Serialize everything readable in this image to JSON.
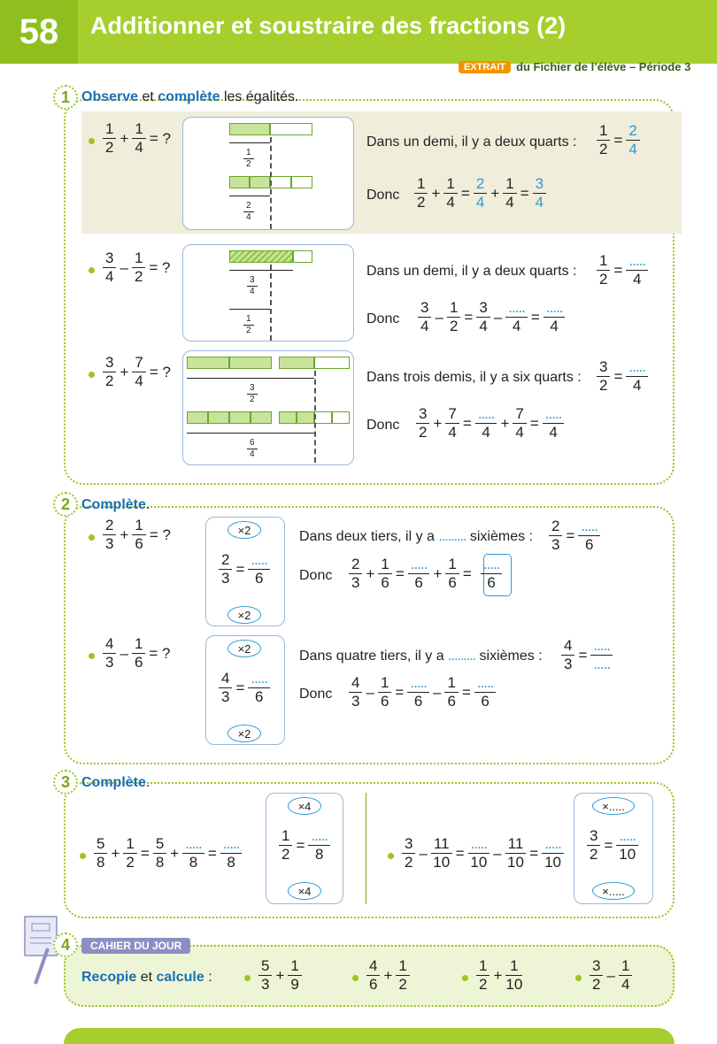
{
  "header": {
    "lesson_number": "58",
    "title": "Additionner et soustraire des fractions (2)",
    "extract_tag": "EXTRAIT",
    "extract_text": "du Fichier de l’élève – Période 3"
  },
  "colors": {
    "accent_green": "#a6cf2e",
    "accent_blue": "#1a6fb3",
    "extract_orange": "#f29400",
    "cahier_purple": "#8d8fc4"
  },
  "ex1": {
    "number": "1",
    "label_a": "Observe",
    "label_b": " et ",
    "label_c": "complète",
    "label_d": " les égalités.",
    "a": {
      "q": {
        "n1": "1",
        "d1": "2",
        "op": "+",
        "n2": "1",
        "d2": "4",
        "eq": "= ?"
      },
      "bar_labels": [
        {
          "n": "1",
          "d": "2"
        },
        {
          "n": "2",
          "d": "4"
        }
      ],
      "sentence": "Dans un demi, il y a deux quarts :",
      "conv": {
        "n": "1",
        "d": "2",
        "rn": "2",
        "rd": "4"
      },
      "donc": "Donc",
      "eq": {
        "a_n": "1",
        "a_d": "2",
        "b_n": "1",
        "b_d": "4",
        "c_n": "2",
        "c_d": "4",
        "d_n": "1",
        "d_d": "4",
        "e_n": "3",
        "e_d": "4"
      }
    },
    "b": {
      "q": {
        "n1": "3",
        "d1": "4",
        "op": "–",
        "n2": "1",
        "d2": "2",
        "eq": "= ?"
      },
      "bar_labels": [
        {
          "n": "3",
          "d": "4"
        },
        {
          "n": "1",
          "d": "2"
        }
      ],
      "sentence": "Dans un demi, il y a deux quarts :",
      "conv": {
        "n": "1",
        "d": "2",
        "rn": ".....",
        "rd": "4"
      },
      "donc": "Donc",
      "eq": {
        "a_n": "3",
        "a_d": "4",
        "b_n": "1",
        "b_d": "2",
        "c_n": "3",
        "c_d": "4",
        "d_n": ".....",
        "d_d": "4",
        "e_n": ".....",
        "e_d": "4"
      }
    },
    "c": {
      "q": {
        "n1": "3",
        "d1": "2",
        "op": "+",
        "n2": "7",
        "d2": "4",
        "eq": "= ?"
      },
      "bar_labels": [
        {
          "n": "3",
          "d": "2"
        },
        {
          "n": "6",
          "d": "4"
        }
      ],
      "sentence": "Dans trois demis, il y a six quarts :",
      "conv": {
        "n": "3",
        "d": "2",
        "rn": ".....",
        "rd": "4"
      },
      "donc": "Donc",
      "eq": {
        "a_n": "3",
        "a_d": "2",
        "b_n": "7",
        "b_d": "4",
        "c_n": ".....",
        "c_d": "4",
        "d_n": "7",
        "d_d": "4",
        "e_n": ".....",
        "e_d": "4"
      }
    }
  },
  "ex2": {
    "number": "2",
    "label": "Complète",
    "label_end": ".",
    "a": {
      "q": {
        "n1": "2",
        "d1": "3",
        "op": "+",
        "n2": "1",
        "d2": "6",
        "eq": "= ?"
      },
      "box": {
        "top": "×2",
        "n": "2",
        "d": "3",
        "rn": ".....",
        "rd": "6",
        "bottom": "×2"
      },
      "sentence_a": "Dans deux tiers, il y a",
      "blank": ".........",
      "sentence_b": "sixièmes :",
      "conv": {
        "n": "2",
        "d": "3",
        "rn": ".....",
        "rd": "6"
      },
      "donc": "Donc",
      "eq": {
        "a_n": "2",
        "a_d": "3",
        "b_n": "1",
        "b_d": "6",
        "c_n": ".....",
        "c_d": "6",
        "d_n": "1",
        "d_d": "6",
        "e_n": ".....",
        "e_d": "6"
      }
    },
    "b": {
      "q": {
        "n1": "4",
        "d1": "3",
        "op": "–",
        "n2": "1",
        "d2": "6",
        "eq": "= ?"
      },
      "box": {
        "top": "×2",
        "n": "4",
        "d": "3",
        "rn": ".....",
        "rd": "6",
        "bottom": "×2"
      },
      "sentence_a": "Dans quatre tiers, il y a",
      "blank": ".........",
      "sentence_b": "sixièmes :",
      "conv": {
        "n": "4",
        "d": "3",
        "rn": ".....",
        "rd": "....."
      },
      "donc": "Donc",
      "eq": {
        "a_n": "4",
        "a_d": "3",
        "b_n": "1",
        "b_d": "6",
        "c_n": ".....",
        "c_d": "6",
        "d_n": "1",
        "d_d": "6",
        "e_n": ".....",
        "e_d": "6"
      }
    }
  },
  "ex3": {
    "number": "3",
    "label": "Complète",
    "label_end": ".",
    "a": {
      "eq": {
        "a_n": "5",
        "a_d": "8",
        "b_n": "1",
        "b_d": "2",
        "c_n": "5",
        "c_d": "8",
        "d_n": ".....",
        "d_d": "8",
        "e_n": ".....",
        "e_d": "8"
      },
      "box": {
        "top": "×4",
        "n": "1",
        "d": "2",
        "rn": ".....",
        "rd": "8",
        "bottom": "×4"
      }
    },
    "b": {
      "eq": {
        "a_n": "3",
        "a_d": "2",
        "b_n": "11",
        "b_d": "10",
        "c_n": ".....",
        "c_d": "10",
        "d_n": "11",
        "d_d": "10",
        "e_n": ".....",
        "e_d": "10"
      },
      "box": {
        "top": "×.....",
        "n": "3",
        "d": "2",
        "rn": ".....",
        "rd": "10",
        "bottom": "×....."
      }
    }
  },
  "ex4": {
    "number": "4",
    "tag": "CAHIER DU JOUR",
    "label_a": "Recopie",
    "label_b": " et ",
    "label_c": "calcule",
    "label_d": " :",
    "items": [
      {
        "n1": "5",
        "d1": "3",
        "op": "+",
        "n2": "1",
        "d2": "9"
      },
      {
        "n1": "4",
        "d1": "6",
        "op": "+",
        "n2": "1",
        "d2": "2"
      },
      {
        "n1": "1",
        "d1": "2",
        "op": "+",
        "n2": "1",
        "d2": "10"
      },
      {
        "n1": "3",
        "d1": "2",
        "op": "–",
        "n2": "1",
        "d2": "4"
      }
    ]
  }
}
